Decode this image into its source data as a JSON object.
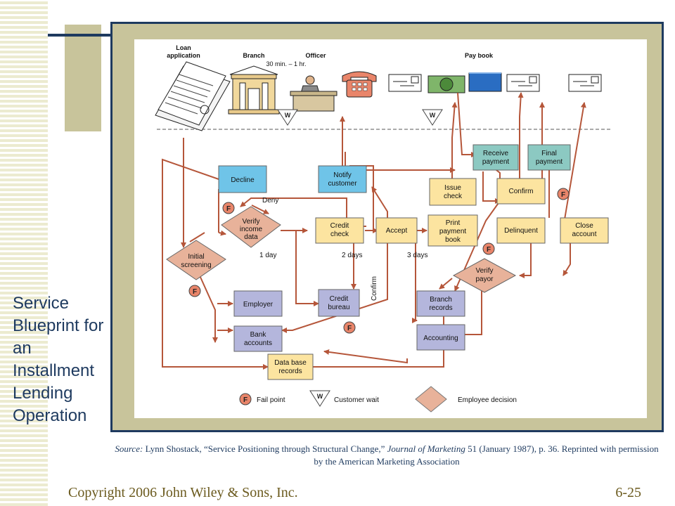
{
  "slide": {
    "side_title": "Service Blueprint for an Installment Lending Operation",
    "source_lead": "Source:",
    "source_mid": " Lynn Shostack, “Service Positioning through Structural Change,” ",
    "source_journal": "Journal of Marketing",
    "source_tail": " 51 (January 1987), p. 36. Reprinted with permission by the American Marketing Association",
    "copyright": "Copyright 2006 John Wiley & Sons, Inc.",
    "slide_number": "6-25"
  },
  "diagram": {
    "header": {
      "loan_application": [
        "Loan",
        "application"
      ],
      "branch": "Branch",
      "officer": "Officer",
      "time": "30 min. – 1 hr.",
      "pay_book": "Pay book"
    },
    "boxes": {
      "decline": [
        "Decline"
      ],
      "notify": [
        "Notify",
        "customer"
      ],
      "receive": [
        "Receive",
        "payment"
      ],
      "final": [
        "Final",
        "payment"
      ],
      "issue": [
        "Issue",
        "check"
      ],
      "confirm": [
        "Confirm"
      ],
      "credit_check": [
        "Credit",
        "check"
      ],
      "accept": [
        "Accept"
      ],
      "print": [
        "Print",
        "payment",
        "book"
      ],
      "delinquent": [
        "Delinquent"
      ],
      "close": [
        "Close",
        "account"
      ],
      "employer": [
        "Employer"
      ],
      "credit_bureau": [
        "Credit",
        "bureau"
      ],
      "branch_records": [
        "Branch",
        "records"
      ],
      "bank_accounts": [
        "Bank",
        "accounts"
      ],
      "accounting": [
        "Accounting"
      ],
      "database": [
        "Data base",
        "records"
      ]
    },
    "diamonds": {
      "verify_income": [
        "Verify",
        "income",
        "data"
      ],
      "initial_screening": [
        "Initial",
        "screening"
      ],
      "verify_payor": [
        "Verify",
        "payor"
      ]
    },
    "labels": {
      "deny": "Deny",
      "one_day": "1 day",
      "two_days": "2 days",
      "three_days": "3 days",
      "confirm_vertical": "Confirm"
    },
    "markers": {
      "fail": "F",
      "wait": "W"
    },
    "legend": {
      "fail_point": "Fail point",
      "customer_wait": "Customer wait",
      "employee_decision": "Employee decision"
    }
  },
  "colors": {
    "arrow": "#b5563a",
    "box_blue": "#6fc4e8",
    "box_teal": "#8cc9c2",
    "box_yellow": "#fce4a0",
    "box_lavender": "#b4b6dc",
    "diamond": "#e8b29a",
    "frame": "#c8c49b",
    "navy": "#1e3a5f"
  }
}
